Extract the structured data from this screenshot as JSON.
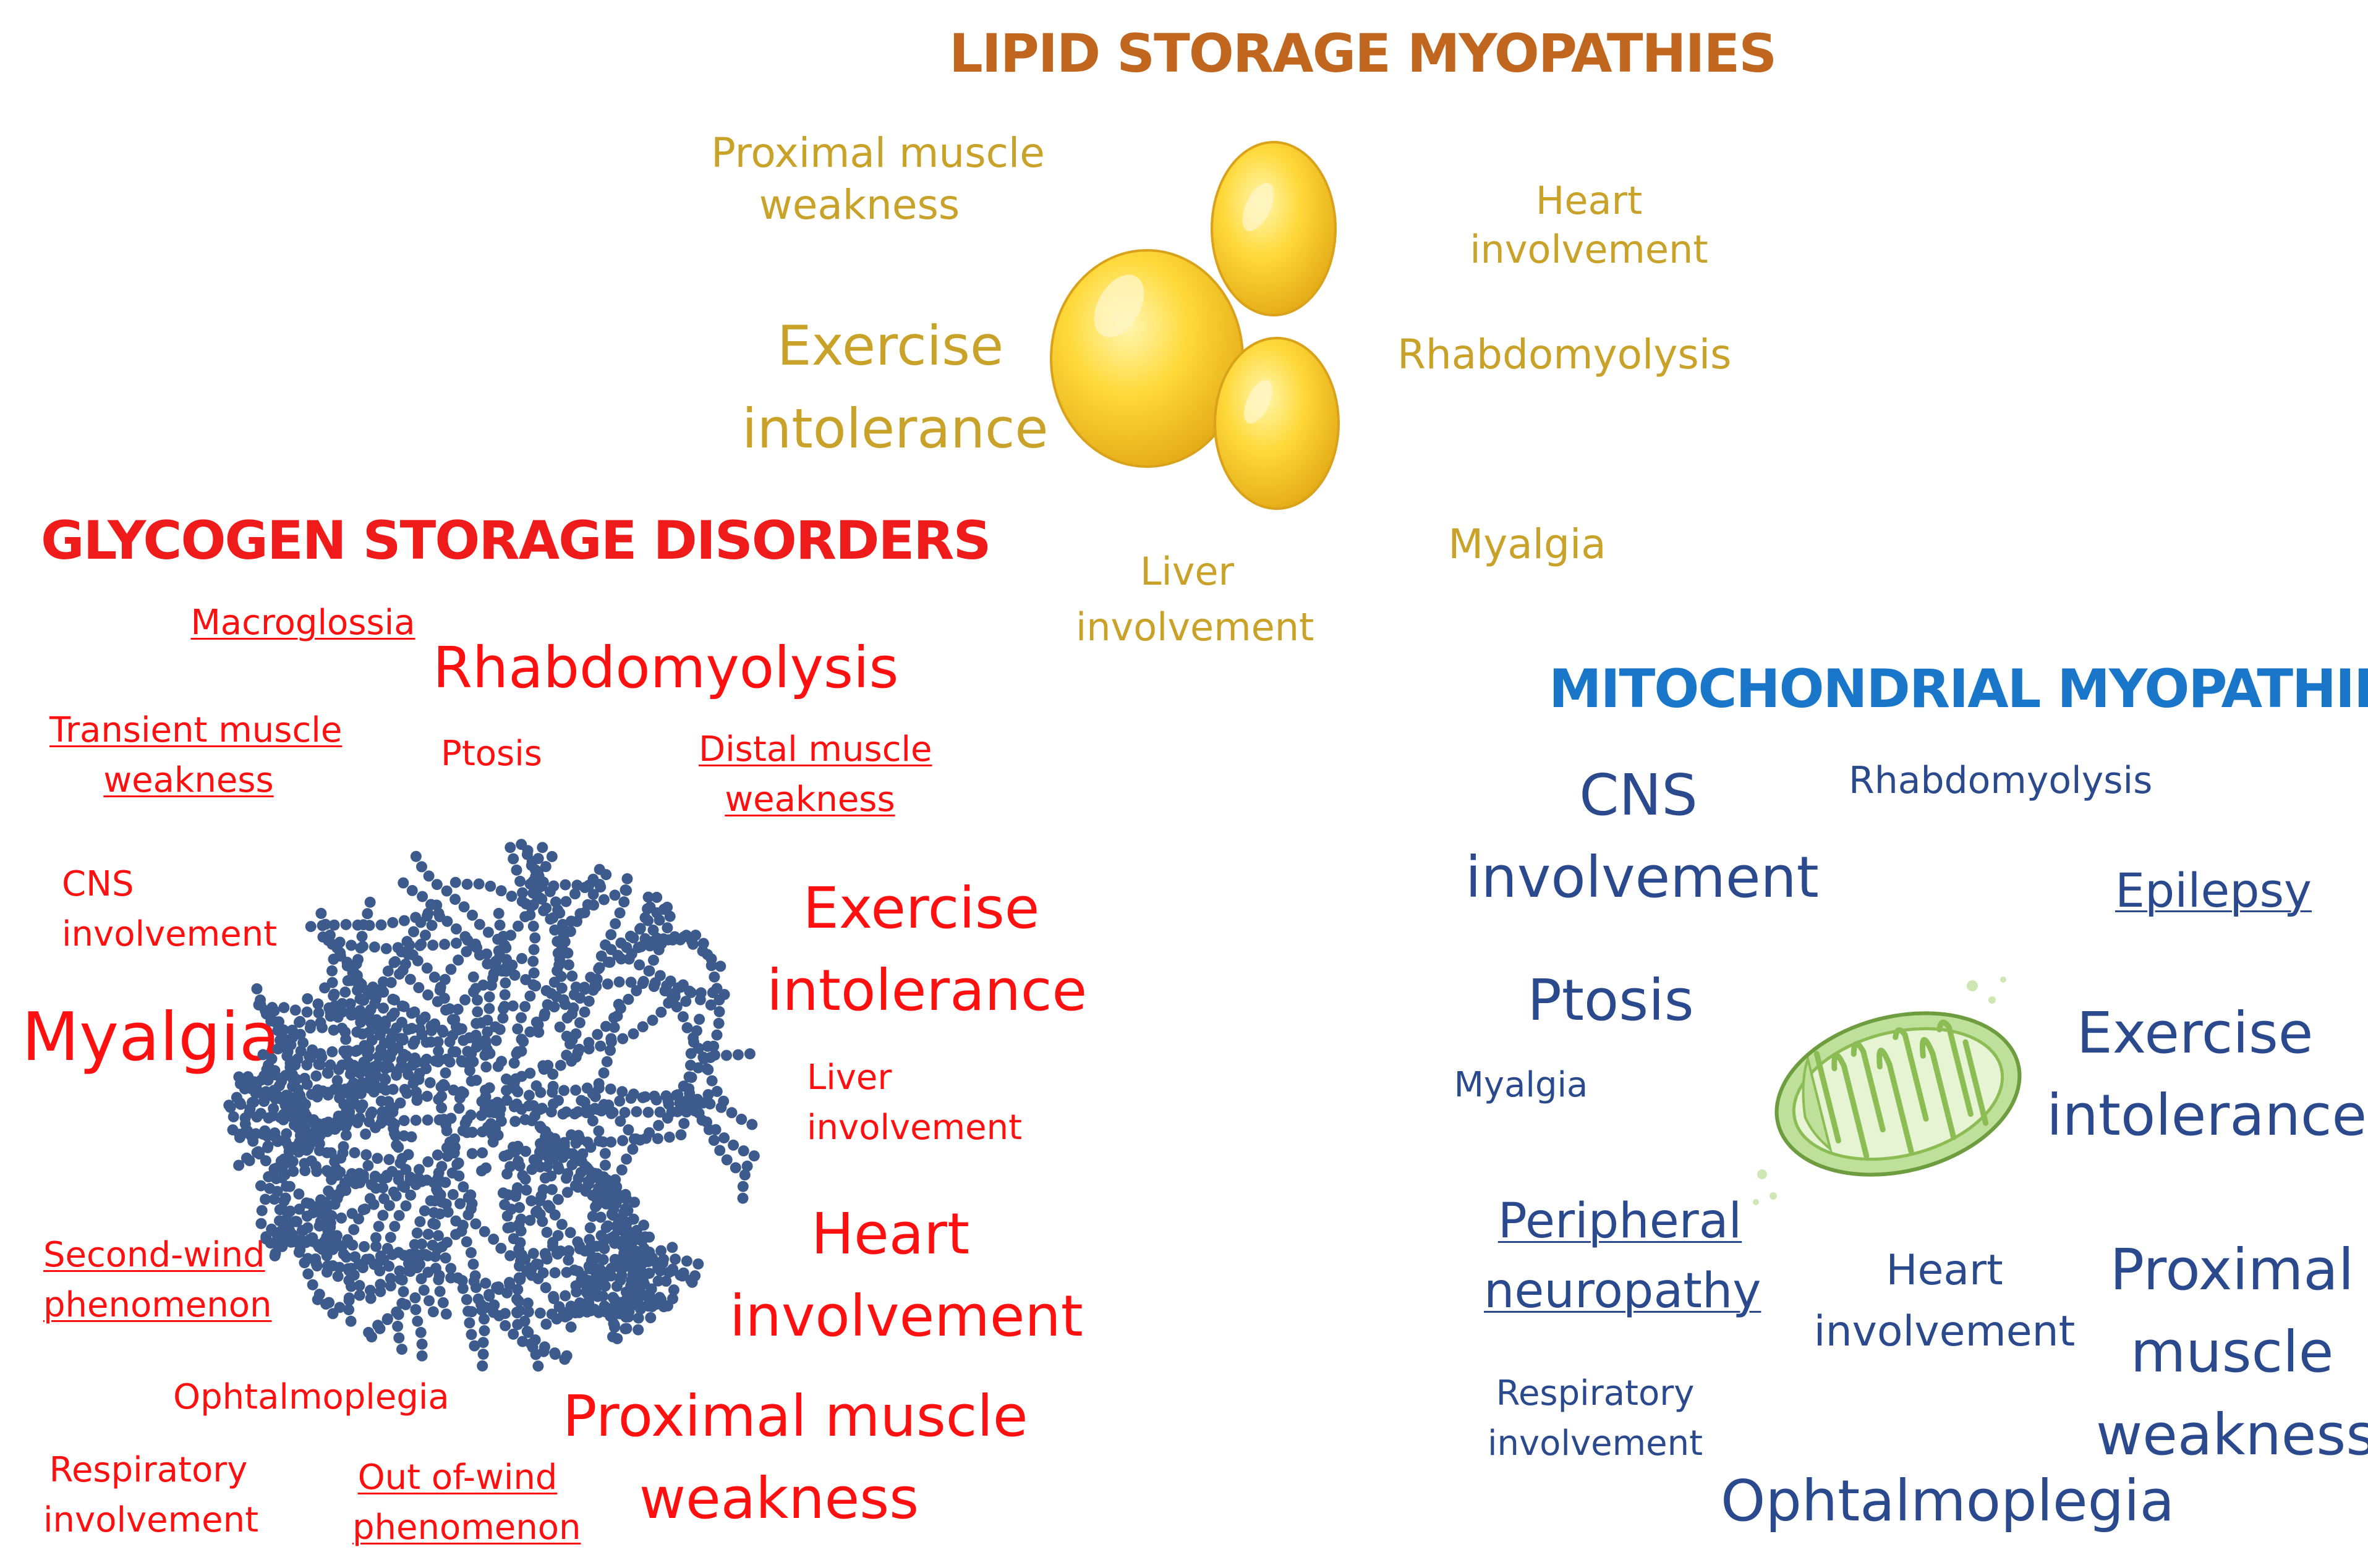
{
  "lipid": {
    "title": "LIPID STORAGE MYOPATHIES",
    "color": "#c0661e",
    "label_color": "#c9a22a",
    "labels": {
      "proximal_1": "Proximal muscle",
      "proximal_2": "weakness",
      "exercise_1": "Exercise",
      "exercise_2": "intolerance",
      "heart_1": "Heart",
      "heart_2": "involvement",
      "rhabdo": "Rhabdomyolysis",
      "myalgia": "Myalgia",
      "liver_1": "Liver",
      "liver_2": "involvement"
    },
    "icon": "lipid-droplets-icon"
  },
  "glycogen": {
    "title": "GLYCOGEN STORAGE DISORDERS",
    "color": "#ef1a1a",
    "labels": {
      "macroglossia": "Macroglossia",
      "rhabdo": "Rhabdomyolysis",
      "transient_1": "Transient muscle",
      "transient_2": "weakness",
      "ptosis": "Ptosis",
      "distal_1": "Distal muscle",
      "distal_2": "weakness",
      "cns_1": "CNS",
      "cns_2": "involvement",
      "exercise_1": "Exercise",
      "exercise_2": "intolerance",
      "myalgia": "Myalgia",
      "liver_1": "Liver",
      "liver_2": "involvement",
      "secondwind_1": "Second-wind",
      "secondwind_2": "phenomenon",
      "heart_1": "Heart",
      "heart_2": "involvement",
      "ophtal": "Ophtalmoplegia",
      "proximal_1": "Proximal muscle",
      "proximal_2": "weakness",
      "resp_1": "Respiratory",
      "resp_2": "involvement",
      "outwind_1": "Out of-wind",
      "outwind_2": "phenomenon"
    },
    "icon": "glycogen-molecule-icon"
  },
  "mito": {
    "title": "MITOCHONDRIAL MYOPATHIES",
    "color": "#1976c8",
    "label_color": "#2b4a8e",
    "labels": {
      "cns_1": "CNS",
      "cns_2": "involvement",
      "rhabdo": "Rhabdomyolysis",
      "epilepsy": "Epilepsy",
      "ptosis": "Ptosis",
      "exercise_1": "Exercise",
      "exercise_2": "intolerance",
      "myalgia": "Myalgia",
      "peripheral_1": "Peripheral",
      "peripheral_2": "neuropathy",
      "heart_1": "Heart",
      "heart_2": "involvement",
      "proximal_1": "Proximal",
      "proximal_2": "muscle",
      "proximal_3": "weakness",
      "resp_1": "Respiratory",
      "resp_2": "involvement",
      "ophtal": "Ophtalmoplegia"
    },
    "icon": "mitochondrion-icon"
  }
}
